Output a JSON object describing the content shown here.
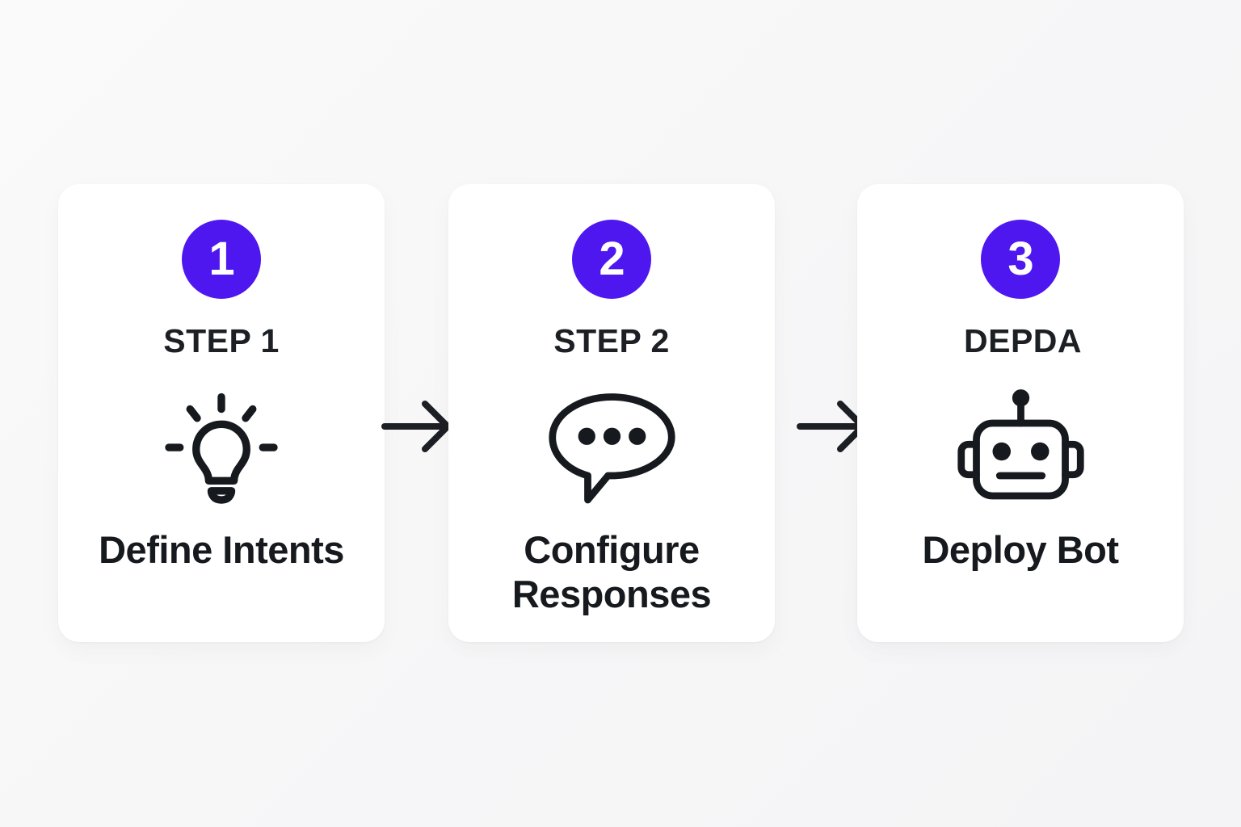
{
  "theme": {
    "accent": "#4f17f0",
    "card_bg": "#ffffff",
    "page_bg": "#f7f7f8",
    "ink": "#16191d"
  },
  "flow": {
    "steps": [
      {
        "badge": "1",
        "eyebrow": "STEP 1",
        "icon": "lightbulb-icon",
        "title": "Define Intents"
      },
      {
        "badge": "2",
        "eyebrow": "STEP 2",
        "icon": "speech-bubble-icon",
        "title": "Configure Responses"
      },
      {
        "badge": "3",
        "eyebrow": "DEPDA",
        "icon": "robot-icon",
        "title": "Deploy Bot"
      }
    ],
    "connectors": [
      {
        "icon": "arrow-right-icon"
      },
      {
        "icon": "arrow-right-icon"
      }
    ]
  }
}
